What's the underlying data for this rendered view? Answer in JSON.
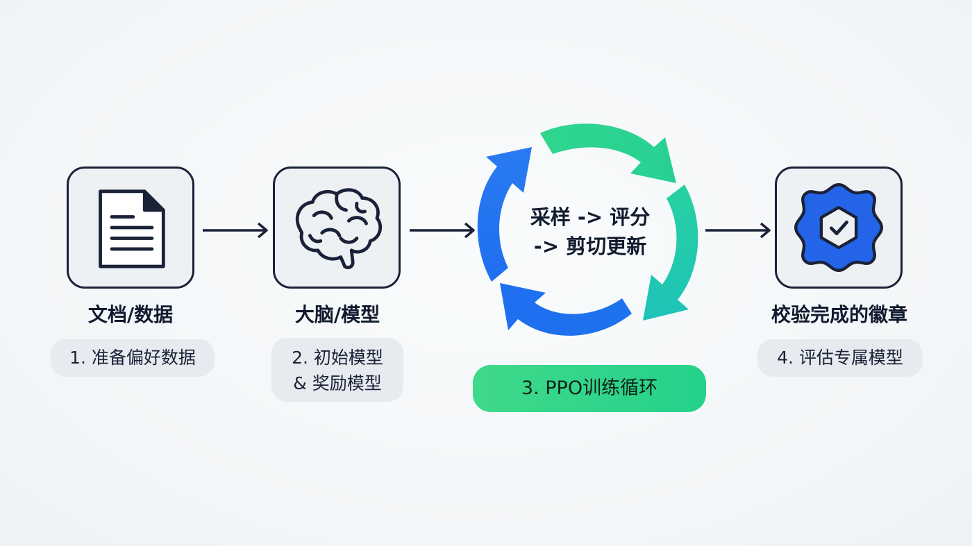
{
  "stages": [
    {
      "icon": "document-icon",
      "title": "文档/数据",
      "step_lines": [
        "1. 准备偏好数据"
      ]
    },
    {
      "icon": "brain-icon",
      "title": "大脑/模型",
      "step_lines": [
        "2. 初始模型",
        "& 奖励模型"
      ]
    },
    {
      "icon": "cycle-arrows-icon",
      "cycle_lines": [
        "采样 -> 评分",
        "-> 剪切更新"
      ],
      "step_lines": [
        "3. PPO训练循环"
      ]
    },
    {
      "icon": "verified-badge-icon",
      "title": "校验完成的徽章",
      "step_lines": [
        "4. 评估专属模型"
      ]
    }
  ],
  "colors": {
    "outline": "#1a2238",
    "card_fill": "#eef1f4",
    "pill_fill": "#e7eaee",
    "cycle_blue": "#1f6ff0",
    "cycle_green": "#2fd68c",
    "cycle_teal": "#1ec9b0",
    "ppo_pill": "#34d68a",
    "badge_blue": "#2364e8"
  }
}
